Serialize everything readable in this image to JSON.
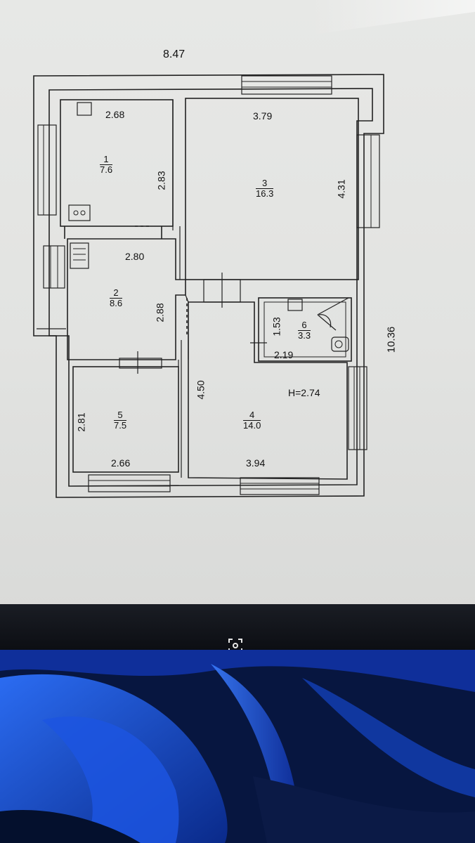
{
  "plan": {
    "overall_width": "8.47",
    "overall_depth": "10.36",
    "ceiling_height": "H=2.74",
    "rooms": [
      {
        "number": "1",
        "area": "7.6",
        "dims": [
          "2.68",
          "2.83"
        ]
      },
      {
        "number": "2",
        "area": "8.6",
        "dims": [
          "2.80",
          "2.88"
        ]
      },
      {
        "number": "3",
        "area": "16.3",
        "dims": [
          "3.79",
          "4.31"
        ]
      },
      {
        "number": "4",
        "area": "14.0",
        "dims": [
          "4.50",
          "3.94"
        ]
      },
      {
        "number": "5",
        "area": "7.5",
        "dims": [
          "2.81",
          "2.66"
        ]
      },
      {
        "number": "6",
        "area": "3.3",
        "dims": [
          "1.53",
          "2.19"
        ]
      }
    ]
  },
  "overlay_icons": {
    "screenshot": "screenshot-icon",
    "window": "window-icon"
  },
  "colors": {
    "paper": "#e4e5e3",
    "ink": "#222222",
    "desktop": "#1448c8"
  }
}
